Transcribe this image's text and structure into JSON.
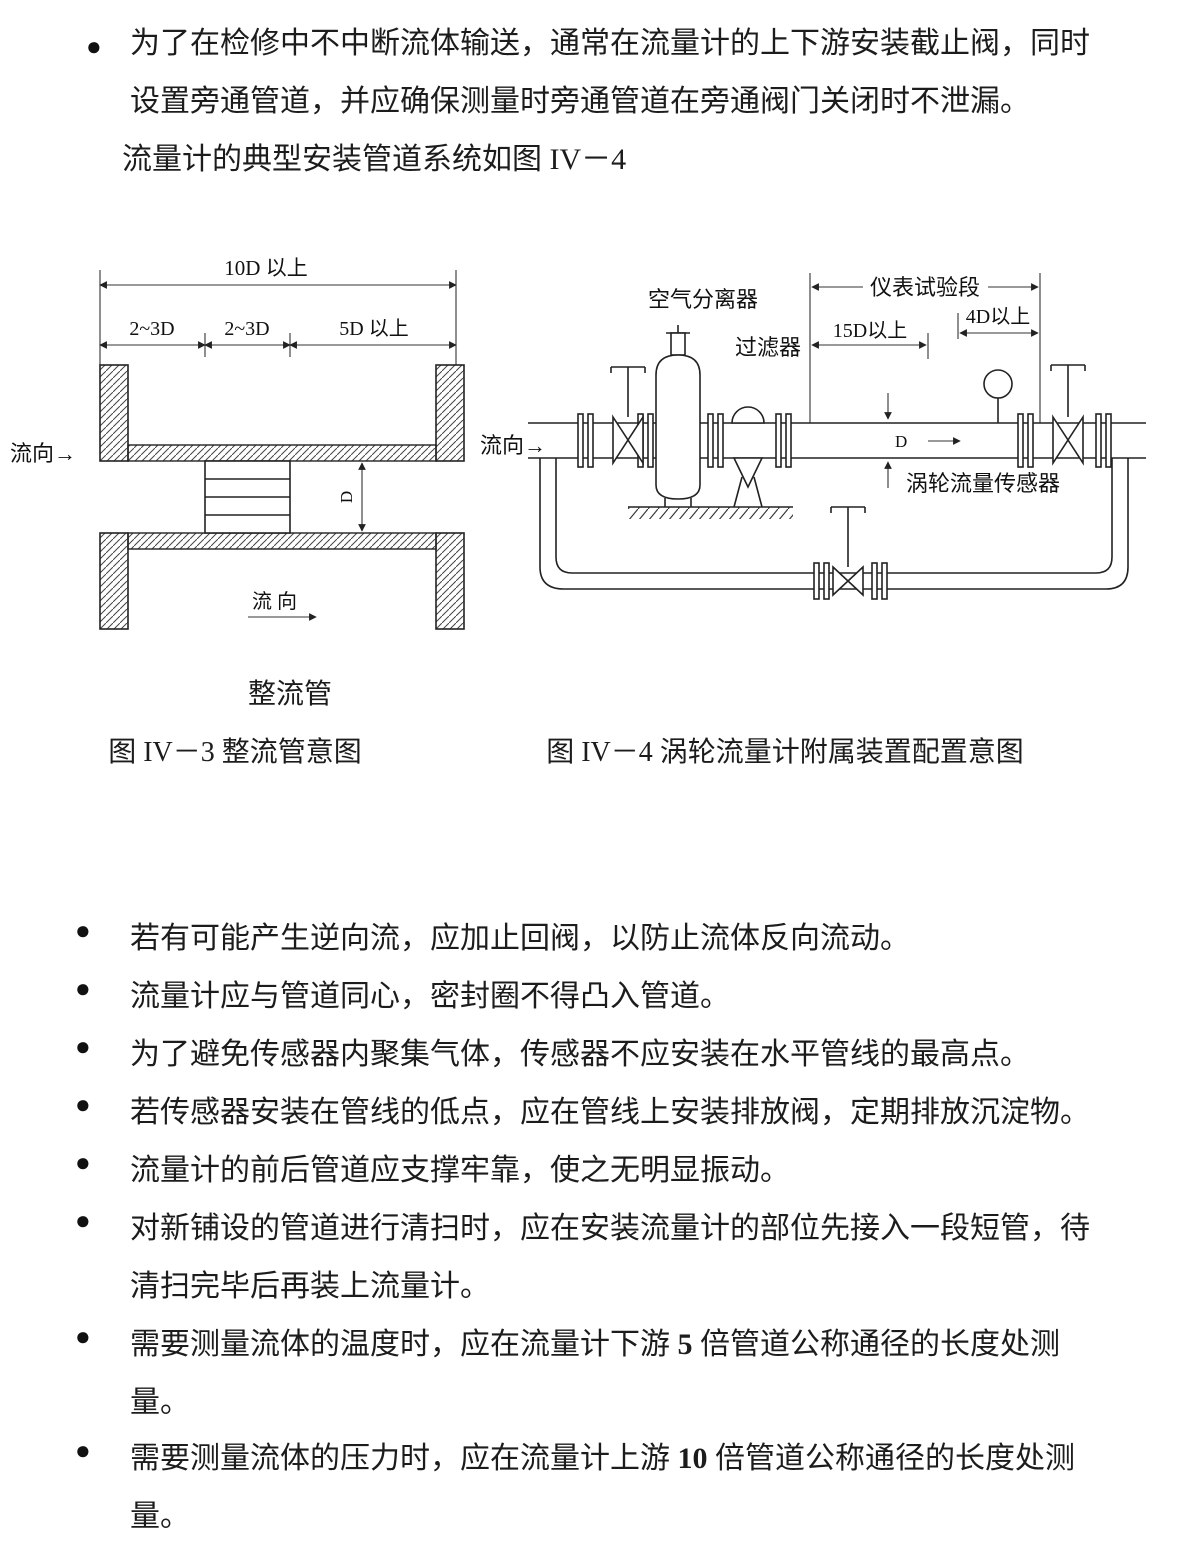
{
  "glyphs": {
    "bullet": "●"
  },
  "intro": {
    "lines": [
      "为了在检修中不中断流体输送，通常在流量计的上下游安装截止阀，同时",
      "设置旁通管道，并应确保测量时旁通管道在旁通阀门关闭时不泄漏。",
      "流量计的典型安装管道系统如图 IV－4"
    ]
  },
  "fig_left": {
    "dim_total": "10D 以上",
    "dim_a": "2~3D",
    "dim_b": "2~3D",
    "dim_c": "5D 以上",
    "flow_in": "流向→",
    "d": "D",
    "flow_bottom": "流 向",
    "part": "整流管",
    "caption": "图 IV－3 整流管意图"
  },
  "fig_right": {
    "test_section": "仪表试验段",
    "air_separator": "空气分离器",
    "filter": "过滤器",
    "dim_15d": "15D以上",
    "dim_4d": "4D以上",
    "flow_in": "流向→",
    "d": "D",
    "sensor": "涡轮流量传感器",
    "caption": "图 IV－4 涡轮流量计附属装置配置意图"
  },
  "bullets": [
    {
      "lines": [
        "若有可能产生逆向流，应加止回阀，以防止流体反向流动。"
      ]
    },
    {
      "lines": [
        "流量计应与管道同心，密封圈不得凸入管道。"
      ]
    },
    {
      "lines": [
        "为了避免传感器内聚集气体，传感器不应安装在水平管线的最高点。"
      ]
    },
    {
      "lines": [
        "若传感器安装在管线的低点，应在管线上安装排放阀，定期排放沉淀物。"
      ]
    },
    {
      "lines": [
        "流量计的前后管道应支撑牢靠，使之无明显振动。"
      ]
    },
    {
      "lines": [
        "对新铺设的管道进行清扫时，应在安装流量计的部位先接入一段短管，待",
        "清扫完毕后再装上流量计。"
      ]
    },
    {
      "pre": "需要测量流体的温度时，应在流量计下游 ",
      "num": "5",
      "post": " 倍管道公称通径的长度处测",
      "line2": "量。"
    },
    {
      "pre": "需要测量流体的压力时，应在流量计上游 ",
      "num": "10",
      "post": " 倍管道公称通径的长度处测",
      "line2": "量。"
    }
  ]
}
